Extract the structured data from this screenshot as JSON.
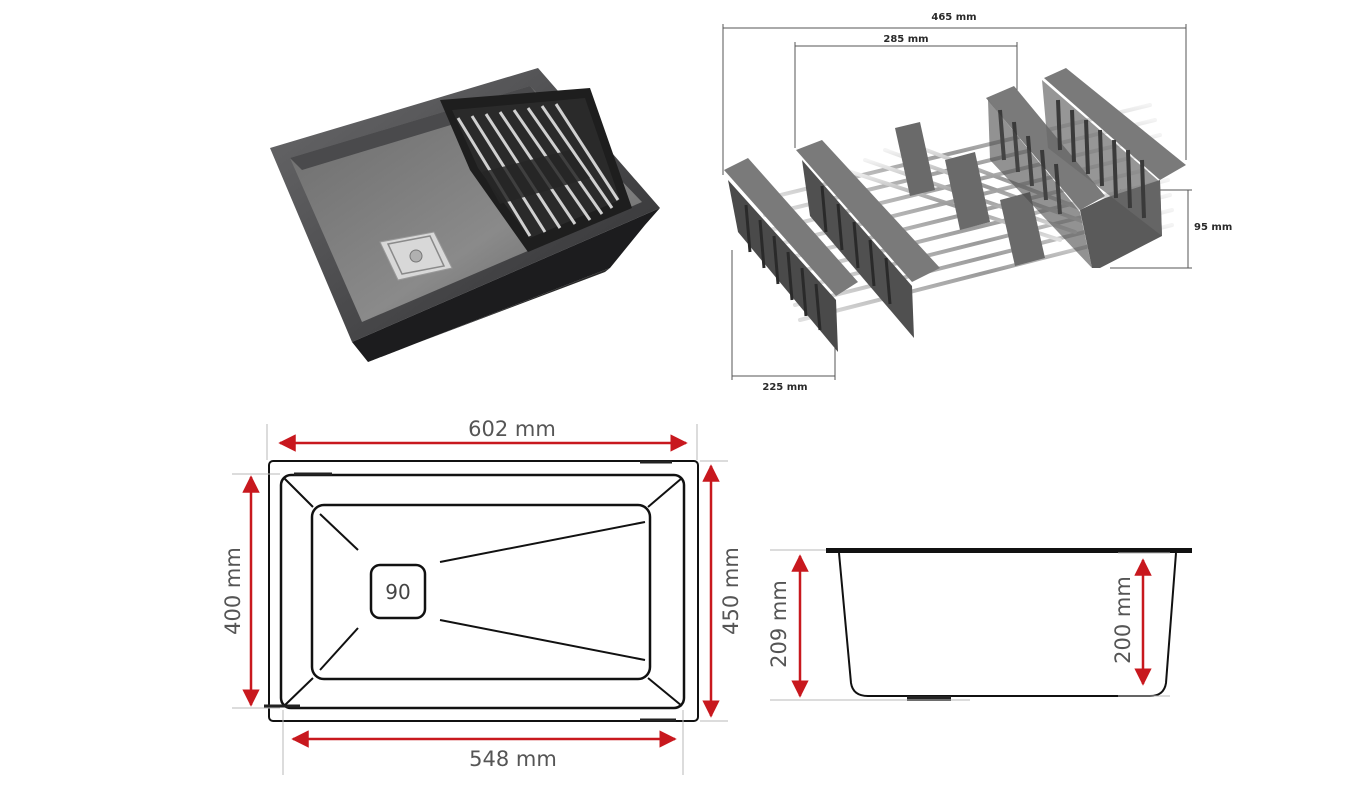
{
  "basket_dims": {
    "width_total": "465 mm",
    "width_inner": "285 mm",
    "height": "95 mm",
    "depth": "225 mm"
  },
  "top_view": {
    "outer_width": "602 mm",
    "outer_height": "450 mm",
    "inner_width": "548 mm",
    "inner_height": "400 mm",
    "drain": "90"
  },
  "side_view": {
    "total_depth": "209 mm",
    "bowl_depth": "200 mm"
  },
  "colors": {
    "dimension_red": "#c8181e",
    "outline": "#111111",
    "sink_body": "#3c3c3e",
    "basket_plastic": "#5c5c5c"
  }
}
